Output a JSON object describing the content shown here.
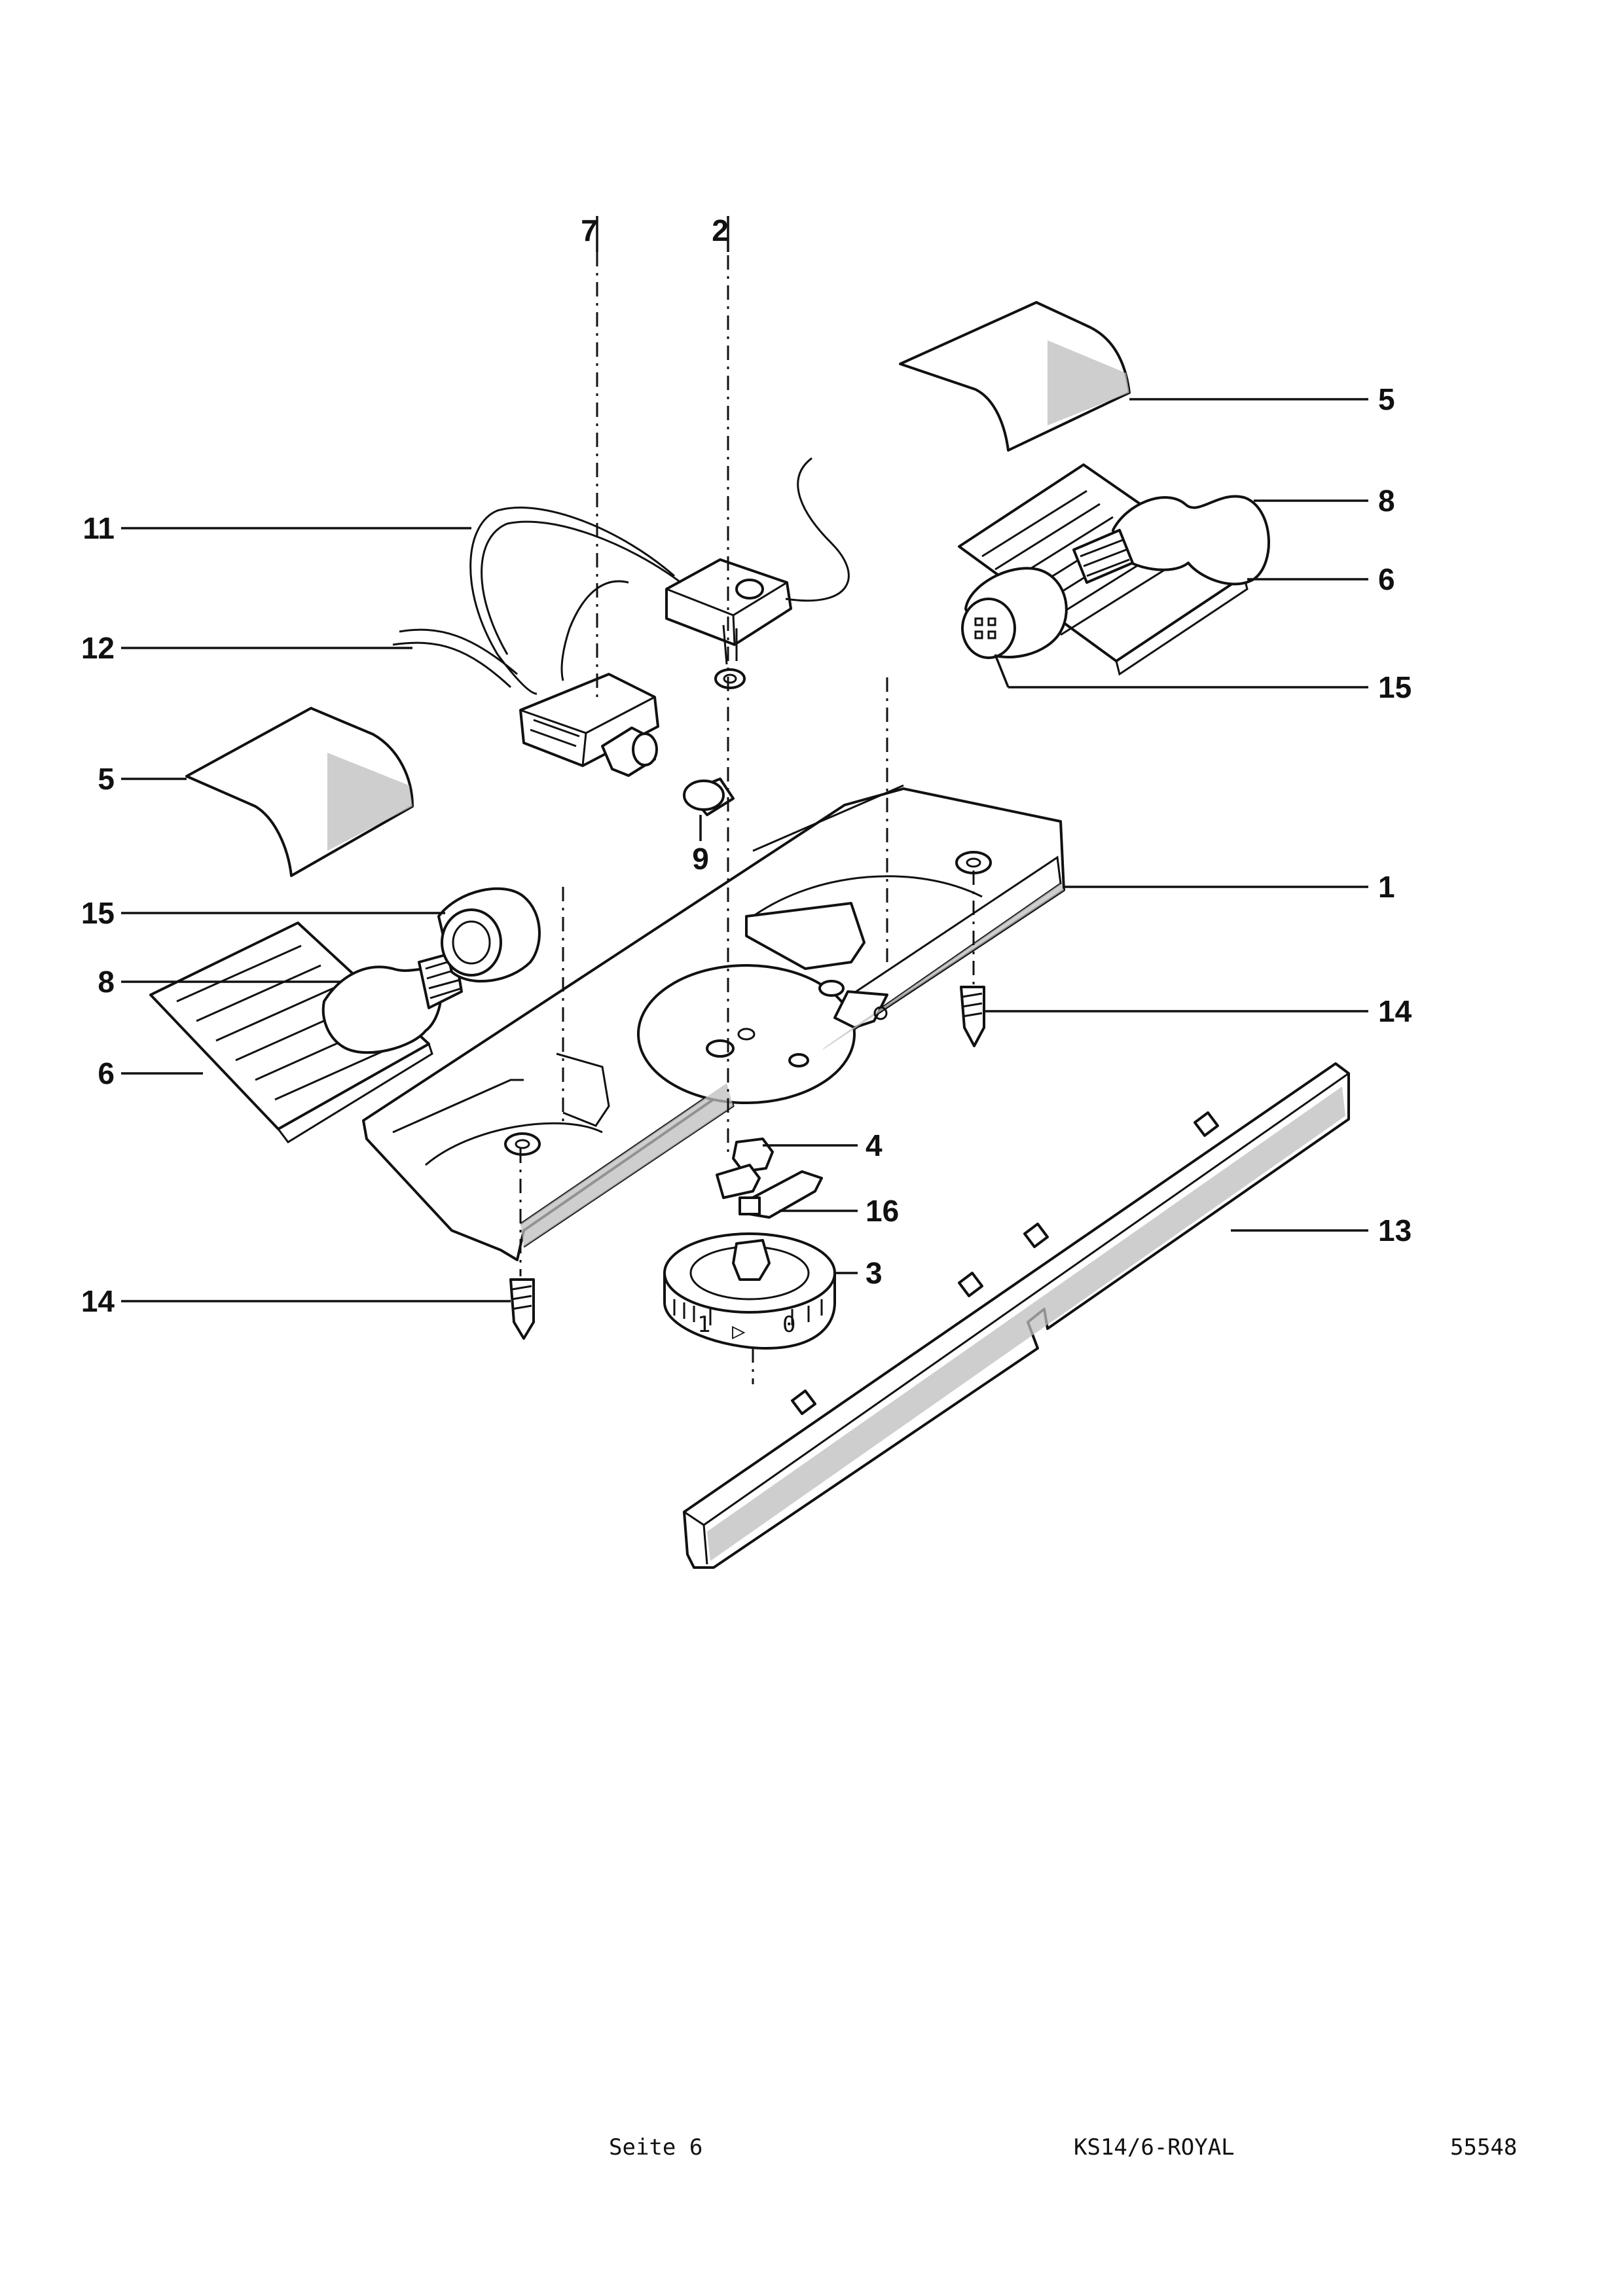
{
  "callouts": {
    "c7": "7",
    "c2": "2",
    "c5_right": "5",
    "c8_right": "8",
    "c11": "11",
    "c6_right": "6",
    "c12": "12",
    "c15_right": "15",
    "c5_left": "5",
    "c9": "9",
    "c1": "1",
    "c15_left": "15",
    "c8_left": "8",
    "c14_right": "14",
    "c6_left": "6",
    "c4": "4",
    "c16": "16",
    "c13": "13",
    "c3": "3",
    "c14_left": "14"
  },
  "dial_marks": {
    "one": "1",
    "arrow": "▷",
    "zero": "0"
  },
  "footer": {
    "page": "Seite 6",
    "model": "KS14/6-ROYAL",
    "number": "55548"
  }
}
